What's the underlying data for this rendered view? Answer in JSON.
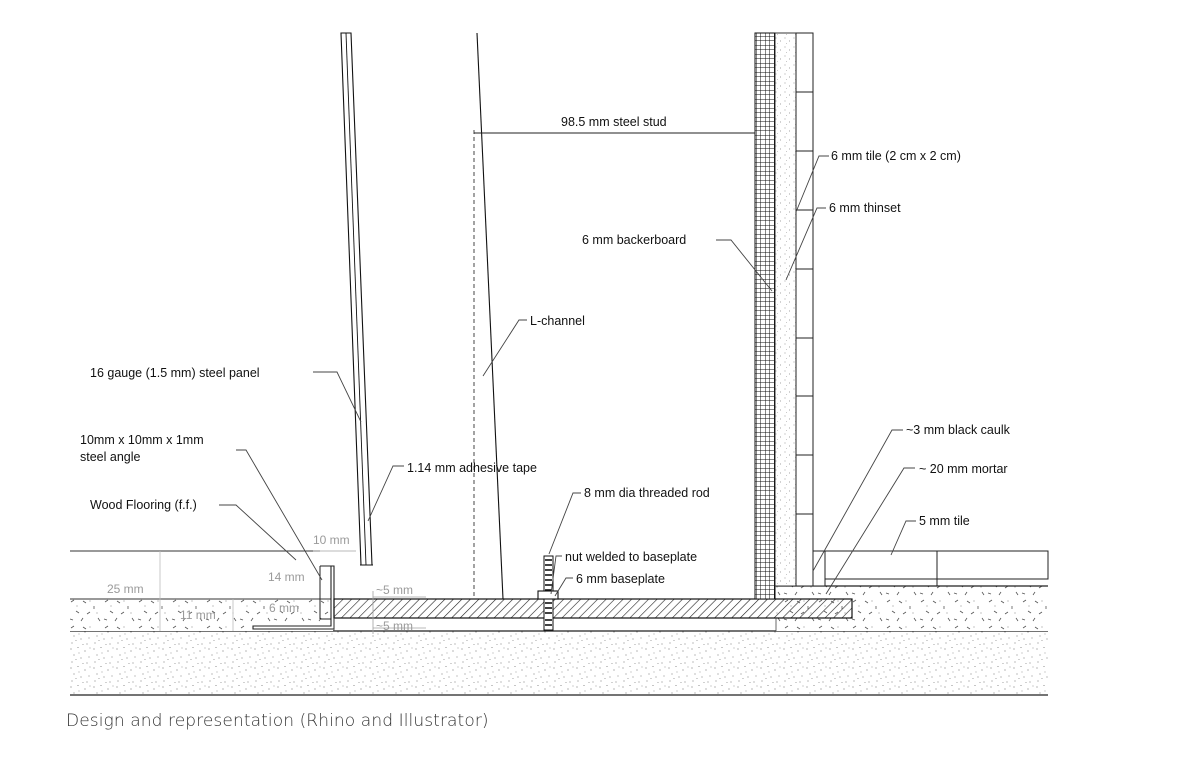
{
  "labels": {
    "steel_stud": "98.5 mm steel stud",
    "tile_2cm": "6 mm tile (2 cm x 2 cm)",
    "thinset": "6 mm thinset",
    "backerboard": "6 mm backerboard",
    "l_channel": "L-channel",
    "steel_panel": "16 gauge (1.5 mm) steel panel",
    "steel_angle_1": "10mm x 10mm x 1mm",
    "steel_angle_2": "steel angle",
    "adhesive_tape": "1.14 mm adhesive tape",
    "black_caulk": "~3 mm black caulk",
    "mortar": "~ 20 mm mortar",
    "threaded_rod": "8 mm dia threaded rod",
    "wood_flooring": "Wood Flooring (f.f.)",
    "tile_5mm": "5 mm tile",
    "nut": "nut welded to baseplate",
    "baseplate": "6 mm baseplate"
  },
  "dimensions": {
    "d10": "10 mm",
    "d14": "14 mm",
    "d25": "25 mm",
    "d11": "11 mm",
    "d6": "6 mm",
    "gap_top": "~5 mm",
    "gap_bottom": "~5 mm"
  },
  "caption": "Design and representation (Rhino and Illustrator)"
}
